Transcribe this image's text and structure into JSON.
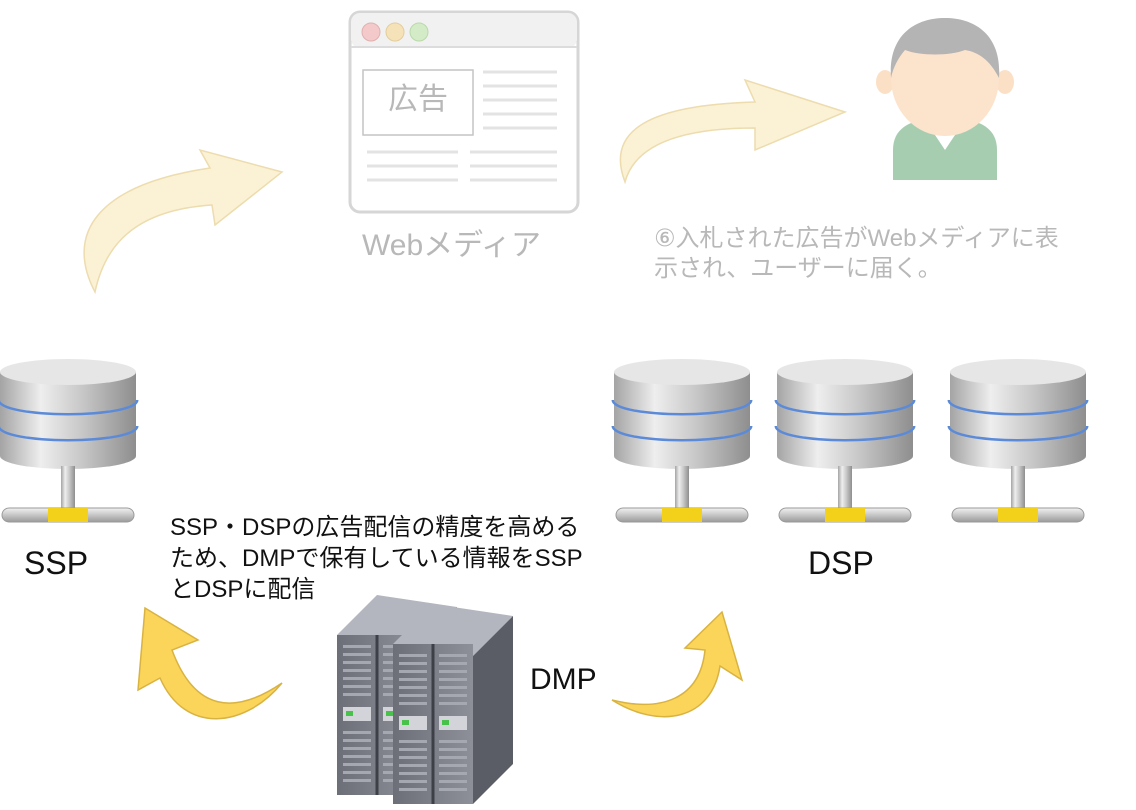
{
  "web_media": {
    "ad_box_label": "広告",
    "caption": "Webメディア"
  },
  "step6_note": {
    "line1": "⑥入札された広告がWebメディアに表",
    "line2": "示され、ユーザーに届く。"
  },
  "ssp": {
    "label": "SSP"
  },
  "dsp": {
    "label": "DSP"
  },
  "dmp": {
    "label": "DMP",
    "description_line1": "SSP・DSPの広告配信の精度を高める",
    "description_line2": "ため、DMPで保有している情報をSSP",
    "description_line3": "とDSPに配信"
  },
  "icons": {
    "browser": "browser-window-icon",
    "user": "user-person-icon",
    "database": "database-server-icon",
    "tower": "server-tower-icon"
  },
  "colors": {
    "faded_arrow": "#fbf1d4",
    "bright_arrow": "#fbd45a",
    "db_ring": "#5b8ad8",
    "db_connector": "#f4d000"
  }
}
